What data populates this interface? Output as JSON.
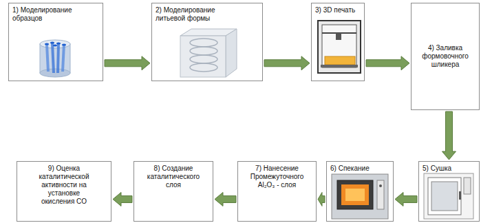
{
  "diagram": {
    "nodes": [
      {
        "text": [
          "1) Моделирование образцов"
        ]
      },
      {
        "text": [
          "2) Моделирование литьевой формы"
        ]
      },
      {
        "text": [
          "3) 3D печать"
        ]
      },
      {
        "text": [
          "4) Заливка формовочного шликера"
        ]
      },
      {
        "text": [
          "5) Сушка"
        ]
      },
      {
        "text": [
          "6) Спекание"
        ]
      },
      {
        "text": [
          "7) Нанесение Промежуточного Al₂O₃ - слоя"
        ]
      },
      {
        "text": [
          "8) Создание каталитического слоя"
        ]
      },
      {
        "text": [
          "9) Оценка каталитической активности на установке окисления CO"
        ]
      }
    ],
    "edges": [
      {
        "from": 0,
        "to": 1,
        "arrow": "to"
      },
      {
        "from": 1,
        "to": 2,
        "arrow": "to"
      },
      {
        "from": 2,
        "to": 3,
        "arrow": "to"
      },
      {
        "from": 3,
        "to": 4,
        "arrow": "to"
      },
      {
        "from": 4,
        "to": 5,
        "arrow": "to"
      },
      {
        "from": 5,
        "to": 6,
        "arrow": "to"
      },
      {
        "from": 6,
        "to": 7,
        "arrow": "to"
      },
      {
        "from": 7,
        "to": 8,
        "arrow": "to"
      }
    ]
  }
}
